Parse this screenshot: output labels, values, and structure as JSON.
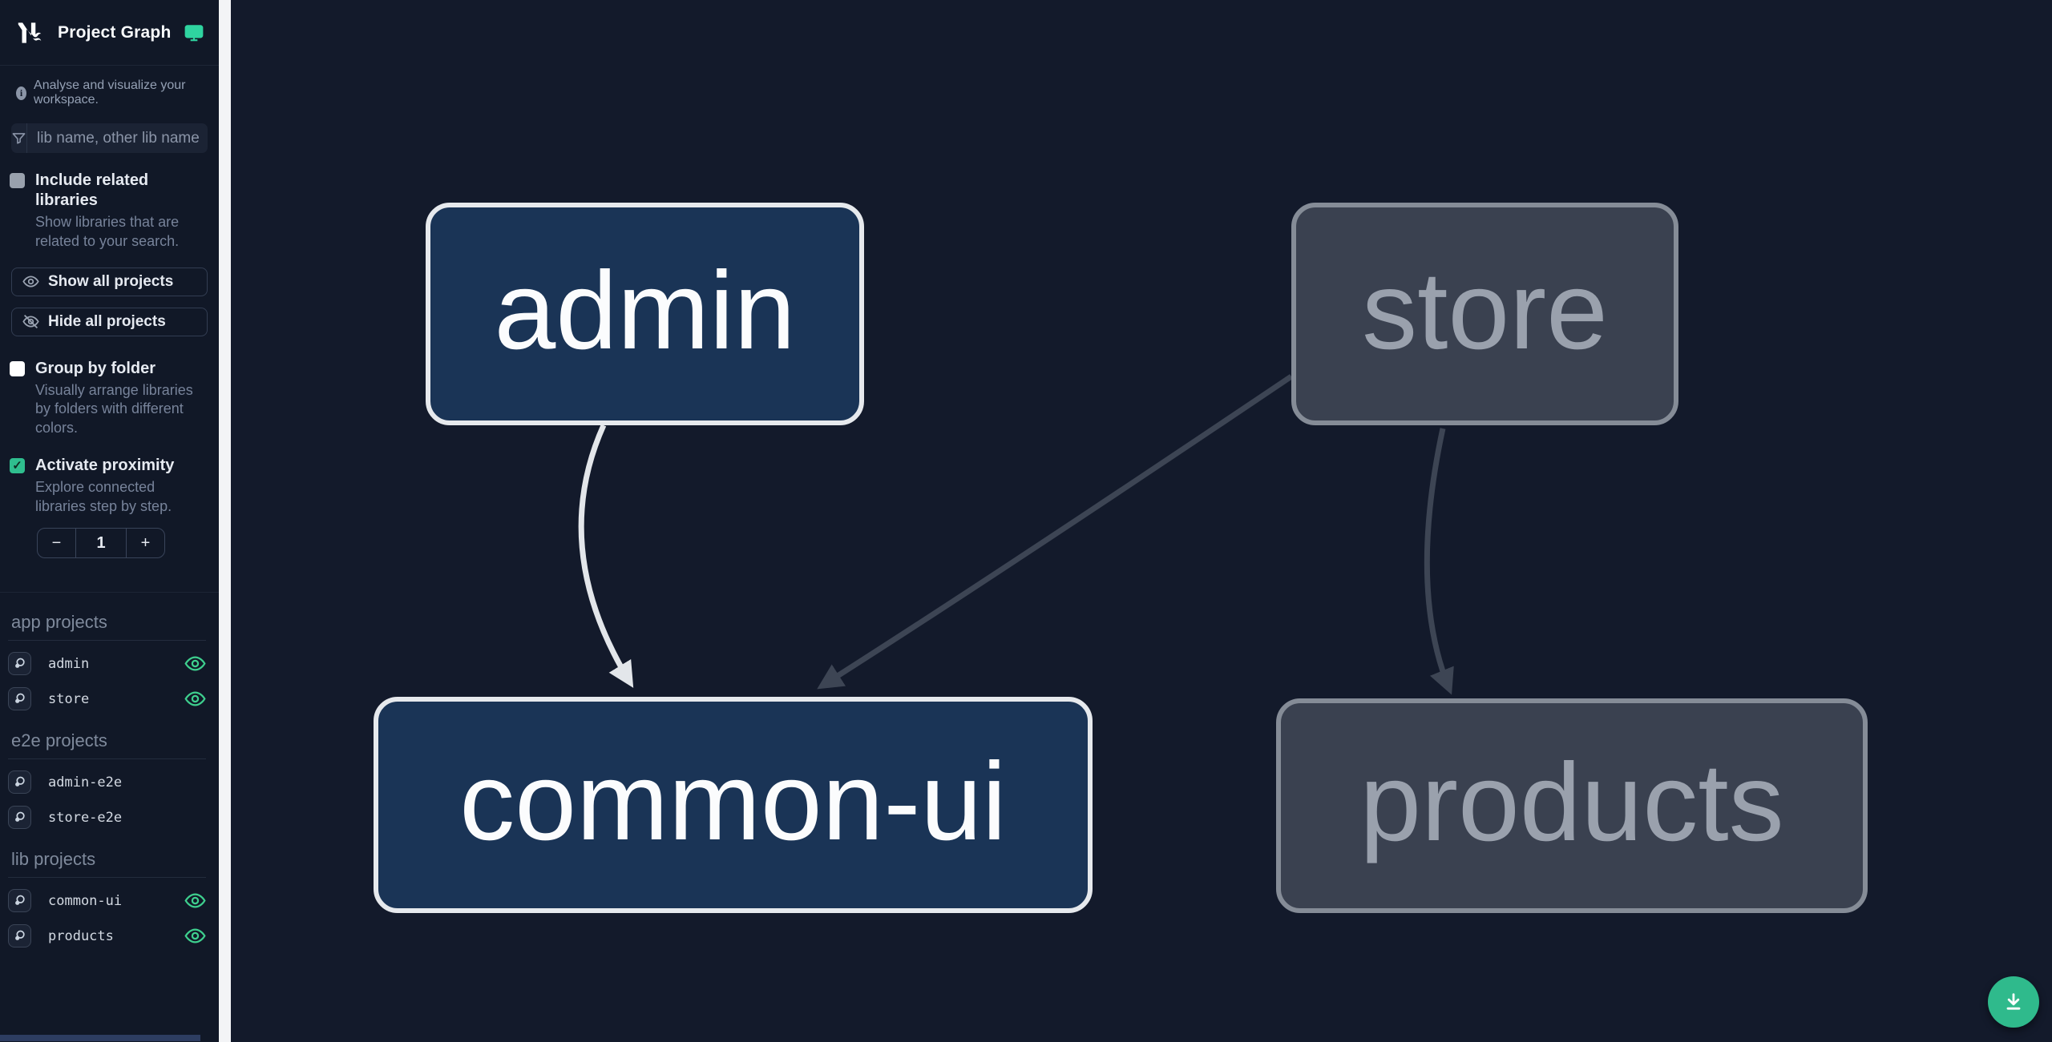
{
  "header": {
    "title": "Project Graph"
  },
  "tagline": {
    "text": "Analyse and visualize your workspace."
  },
  "search": {
    "placeholder": "lib name, other lib name"
  },
  "options": {
    "include_related": {
      "label": "Include related libraries",
      "description": "Show libraries that are related to your search.",
      "checked": false
    },
    "group_by_folder": {
      "label": "Group by folder",
      "description": "Visually arrange libraries by folders with different colors.",
      "checked": false
    },
    "activate_proximity": {
      "label": "Activate proximity",
      "description": "Explore connected libraries step by step.",
      "checked": true
    }
  },
  "actions": {
    "show_all": "Show all projects",
    "hide_all": "Hide all projects"
  },
  "proximity_stepper": {
    "decrement": "−",
    "value": "1",
    "increment": "+"
  },
  "sections": [
    {
      "title": "app projects",
      "items": [
        {
          "name": "admin",
          "visible": true
        },
        {
          "name": "store",
          "visible": true
        }
      ]
    },
    {
      "title": "e2e projects",
      "items": [
        {
          "name": "admin-e2e",
          "visible": false
        },
        {
          "name": "store-e2e",
          "visible": false
        }
      ]
    },
    {
      "title": "lib projects",
      "items": [
        {
          "name": "common-ui",
          "visible": true
        },
        {
          "name": "products",
          "visible": true
        }
      ]
    }
  ],
  "graph": {
    "nodes": [
      {
        "id": "admin",
        "label": "admin",
        "state": "focused"
      },
      {
        "id": "store",
        "label": "store",
        "state": "faded"
      },
      {
        "id": "common-ui",
        "label": "common-ui",
        "state": "focused"
      },
      {
        "id": "products",
        "label": "products",
        "state": "faded"
      }
    ],
    "edges": [
      {
        "from": "admin",
        "to": "common-ui",
        "state": "focused"
      },
      {
        "from": "store",
        "to": "common-ui",
        "state": "faded"
      },
      {
        "from": "store",
        "to": "products",
        "state": "faded"
      }
    ]
  },
  "fab": {
    "icon": "download-icon"
  },
  "colors": {
    "accent_green": "#2fba8c",
    "eye_green": "#3ecf8e",
    "node_focused_fill": "#1a3456",
    "node_focused_border": "#e6e9ed",
    "node_faded_fill": "#3a4150",
    "node_faded_border": "#858c97",
    "edge_focused": "#e3e6ea",
    "edge_faded": "#3d4554",
    "sidebar_bg": "#111827",
    "canvas_bg": "#131a2b"
  }
}
